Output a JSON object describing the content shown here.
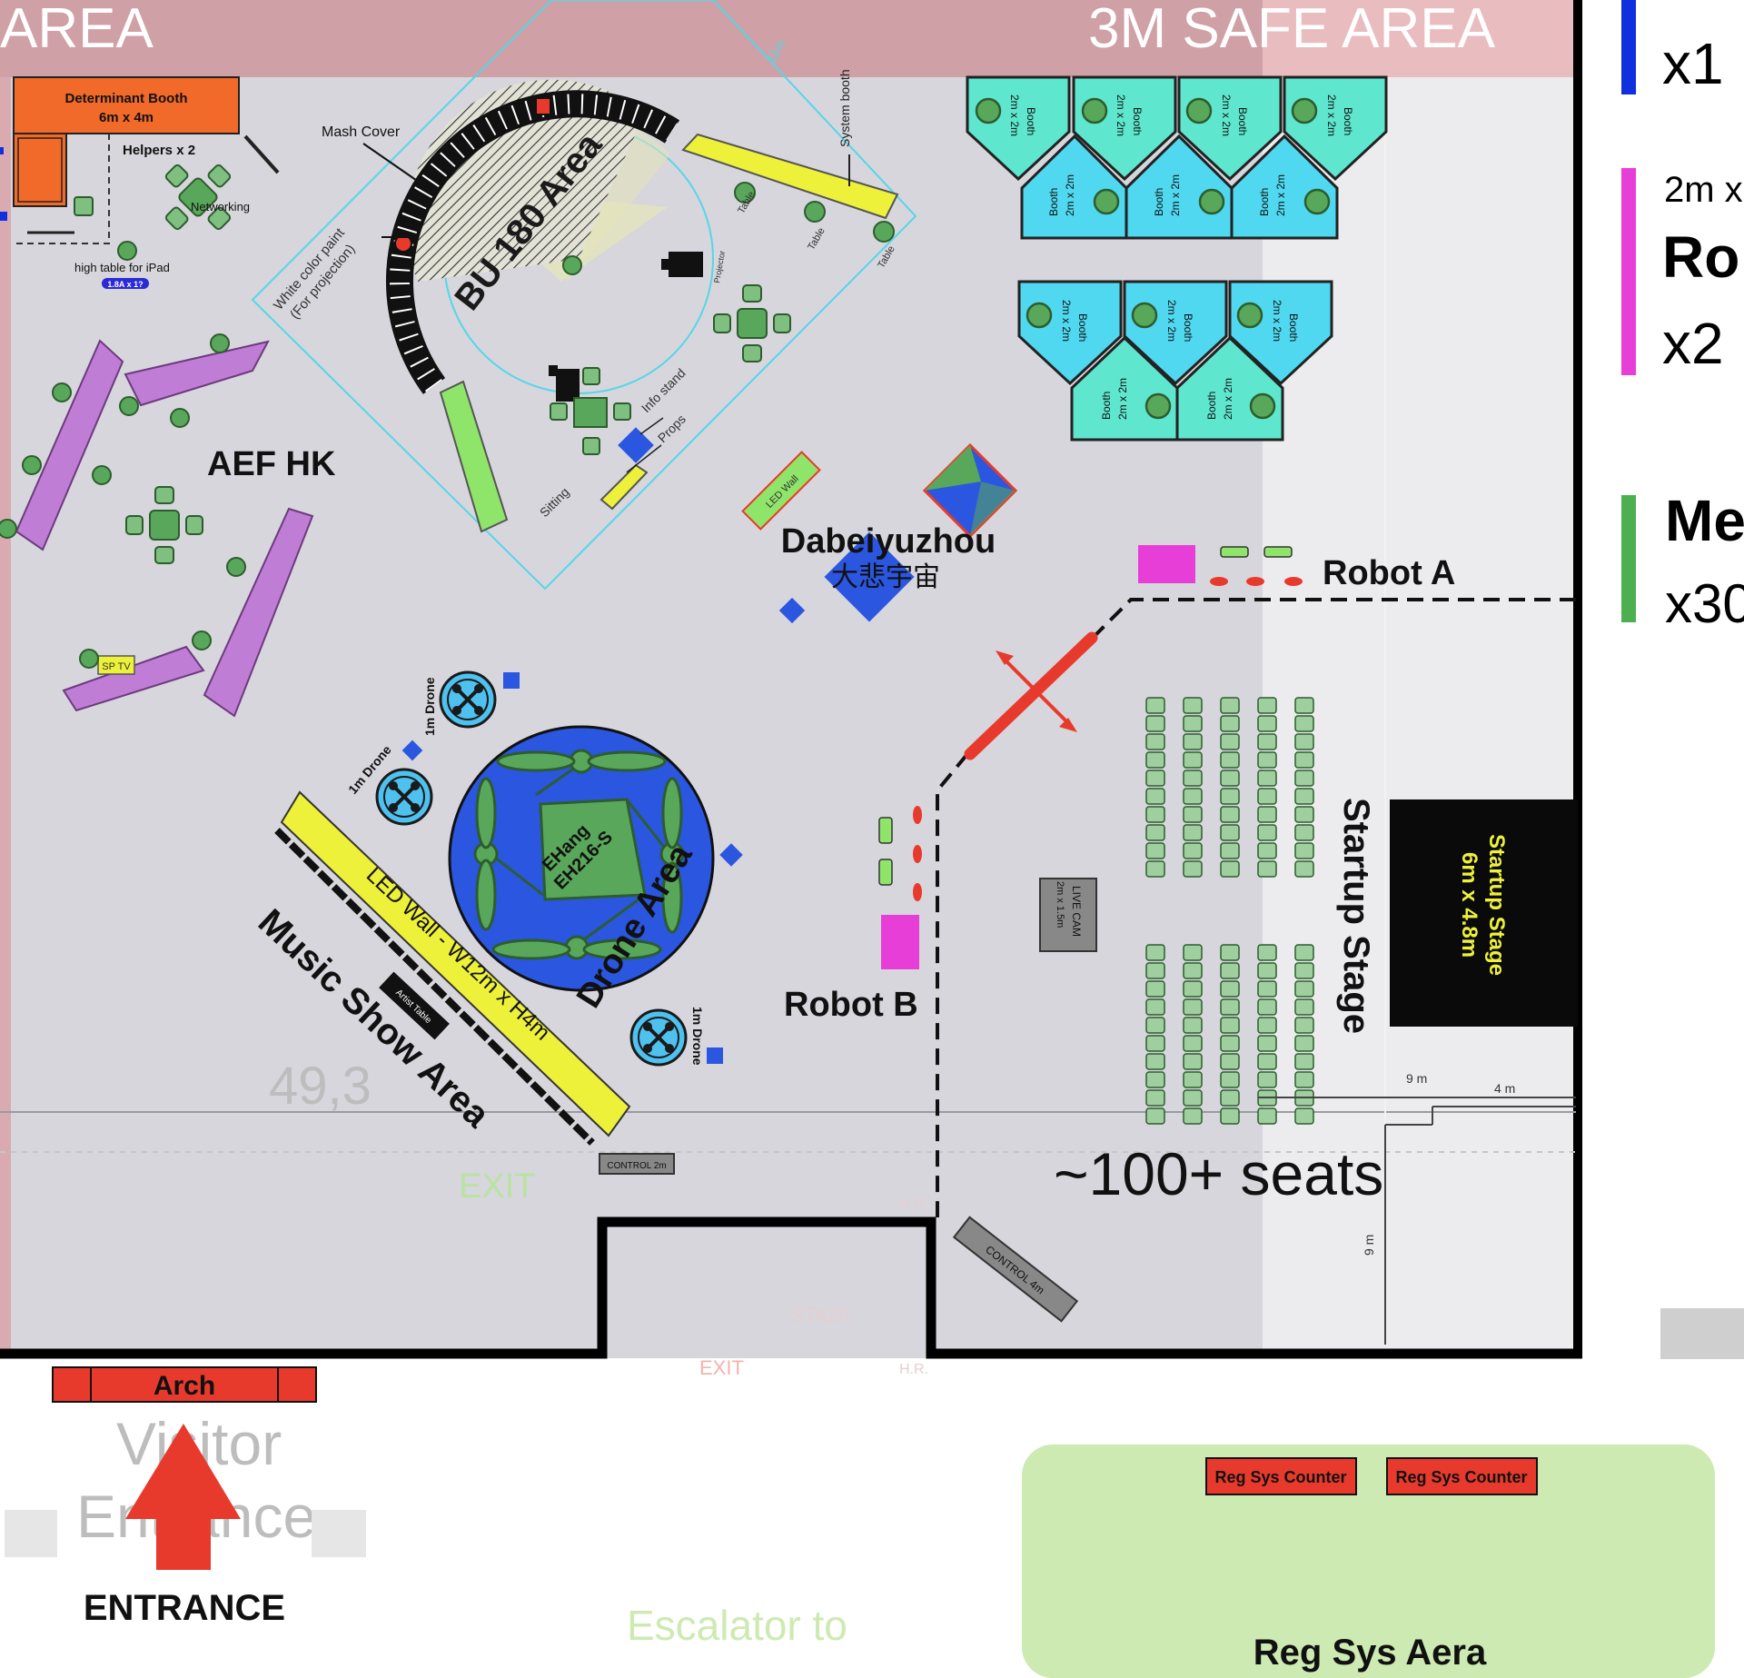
{
  "header": {
    "safe_area_left": "AREA",
    "safe_area_right": "3M SAFE AREA"
  },
  "legend": {
    "blue_count": "x1",
    "magenta_size": "2m x",
    "magenta_name": "Ro",
    "magenta_count": "x2",
    "green_name": "Me",
    "green_count": "x30",
    "colors": {
      "blue": "#1030e0",
      "magenta": "#e83ed8",
      "green": "#4caf50"
    }
  },
  "zones": {
    "aef_hk": "AEF HK",
    "determinant_booth_name": "Determinant Booth",
    "determinant_booth_size": "6m x 4m",
    "helpers": "Helpers x 2",
    "networking": "Networking",
    "high_table": "high table for iPad",
    "badge": "1.8A x 1?",
    "bu180": "BU 180 Area",
    "mash_cover": "Mash Cover",
    "white_paint_line1": "White color paint",
    "white_paint_line2": "(For projection)",
    "system_booth": "System booth",
    "table": "Table",
    "projector": "Projector",
    "info_stand": "Info stand",
    "props": "Props",
    "sitting": "Sitting",
    "small_label": "11m",
    "led_wall_small": "LED Wall",
    "dabeiyuzhou": "Dabeiyuzhou",
    "dabeiyuzhou_cn": "大悲宇宙",
    "robot_a": "Robot A",
    "robot_b": "Robot B",
    "drone_area": "Drone Area",
    "ehang_line1": "EHang",
    "ehang_line2": "EH216-S",
    "drone_1m": "1m Drone",
    "led_wall": "LED Wall - W12m x H4m",
    "artist_table": "Artist Table",
    "music_show": "Music Show Area",
    "ghost_number": "49,3",
    "control_2m": "CONTROL 2m",
    "control_4m": "CONTROL 4m",
    "live_cam_line1": "LIVE CAM",
    "live_cam_line2": "2m x 1.5m",
    "startup_stage": "Startup Stage",
    "startup_stage_name": "Startup Stage",
    "startup_stage_size": "6m x 4.8m",
    "dim_9m": "9 m",
    "dim_4m": "4 m",
    "dim_9m_v": "9 m",
    "seats": "~100+ seats",
    "exit": "EXIT",
    "sta": "STA20",
    "hr": "H.R.",
    "arch": "Arch",
    "visitor_entrance_line1": "Visitor",
    "visitor_entrance_line2": "Entrance",
    "entrance": "ENTRANCE",
    "escalator": "Escalator to",
    "reg_counter_1": "Reg Sys Counter",
    "reg_counter_2": "Reg Sys Counter",
    "reg_area": "Reg Sys Aera",
    "tv": "SP TV"
  },
  "booths": {
    "size": "2m x 2m",
    "label": "Booth"
  },
  "colors": {
    "floor": "#d6d6dc",
    "safe_band": "#d8a8ae",
    "orange": "#f26a2a",
    "purple": "#c07dd6",
    "yellow": "#eef13a",
    "teal": "#5ee6cf",
    "cyan": "#4fd8ef",
    "green": "#59a75a",
    "red": "#e83a2c",
    "lightgreen": "#cdeab3"
  }
}
